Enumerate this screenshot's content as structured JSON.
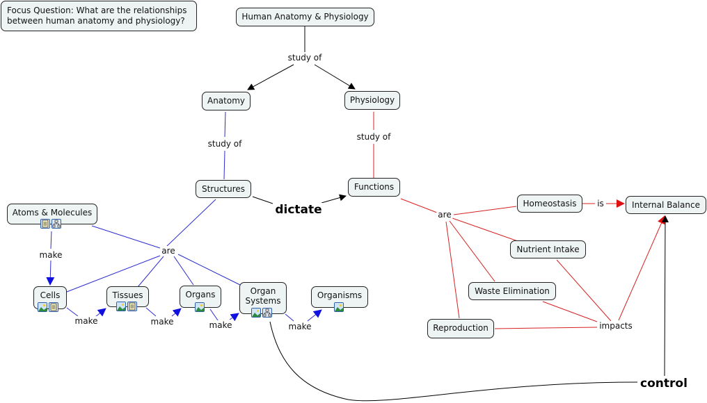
{
  "focus_question": {
    "line1": "Focus Question:  What are the relationships",
    "line2": "between human anatomy and physiology?"
  },
  "concepts": {
    "root": "Human Anatomy & Physiology",
    "anatomy": "Anatomy",
    "physiology": "Physiology",
    "structures": "Structures",
    "functions": "Functions",
    "atoms": "Atoms & Molecules",
    "cells": "Cells",
    "tissues": "Tissues",
    "organs": "Organs",
    "organ_systems_1": "Organ",
    "organ_systems_2": "Systems",
    "organisms": "Organisms",
    "homeostasis": "Homeostasis",
    "internal_balance": "Internal Balance",
    "nutrient_intake": "Nutrient Intake",
    "waste_elimination": "Waste Elimination",
    "reproduction": "Reproduction"
  },
  "linking_phrases": {
    "root_study_of": "study of",
    "anatomy_study_of": "study of",
    "physiology_study_of": "study of",
    "dictate": "dictate",
    "structures_are": "are",
    "functions_are": "are",
    "atoms_make": "make",
    "cells_make": "make",
    "tissues_make": "make",
    "organs_make": "make",
    "systems_make": "make",
    "homeostasis_is": "is",
    "impacts": "impacts",
    "control": "control"
  },
  "colors": {
    "anatomy_links": "#2b2bd0",
    "physiology_links": "#d82020",
    "neutral_links": "#000000",
    "node_fill": "#eef3f4"
  },
  "resource_icons": {
    "atoms": [
      "document-icon",
      "concept-map-icon"
    ],
    "cells": [
      "image-icon",
      "document-icon"
    ],
    "tissues": [
      "image-icon",
      "document-icon"
    ],
    "organs": [
      "image-icon"
    ],
    "organ_systems": [
      "image-icon",
      "concept-map-icon"
    ],
    "organisms": [
      "image-icon"
    ]
  }
}
